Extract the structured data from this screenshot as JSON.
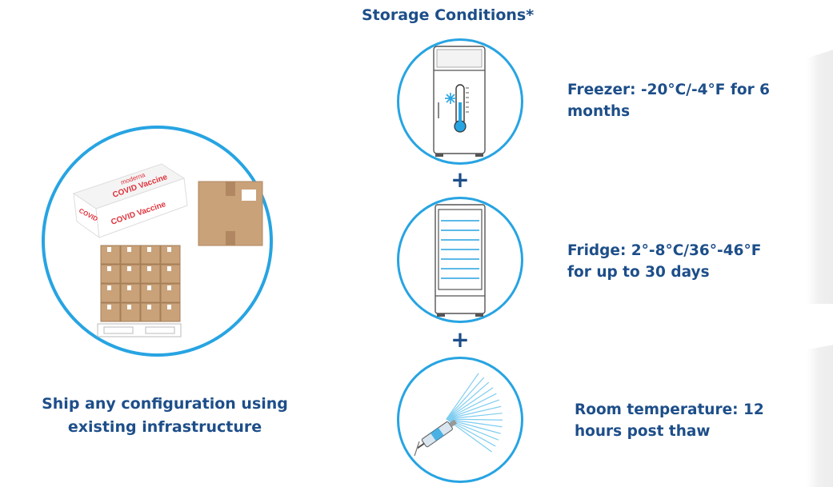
{
  "title": "Storage Conditions*",
  "conditions": [
    {
      "line1": "Freezer: -20°C/-4°F for 6",
      "line2": "months",
      "icon": "freezer-icon"
    },
    {
      "line1": "Fridge: 2°-8°C/36°-46°F",
      "line2": "for up to 30 days",
      "icon": "fridge-icon"
    },
    {
      "line1": "Room temperature: 12",
      "line2": "hours post thaw",
      "icon": "syringe-icon"
    }
  ],
  "connector": "+",
  "shipping": {
    "line1": "Ship any configuration using",
    "line2": "existing infrastructure",
    "box_text": "COVID Vaccine",
    "box_brand": "moderna"
  },
  "colors": {
    "accent": "#27a4e2",
    "text": "#1d4e89",
    "box_red": "#e0313a",
    "cardboard": "#c9a27a"
  }
}
